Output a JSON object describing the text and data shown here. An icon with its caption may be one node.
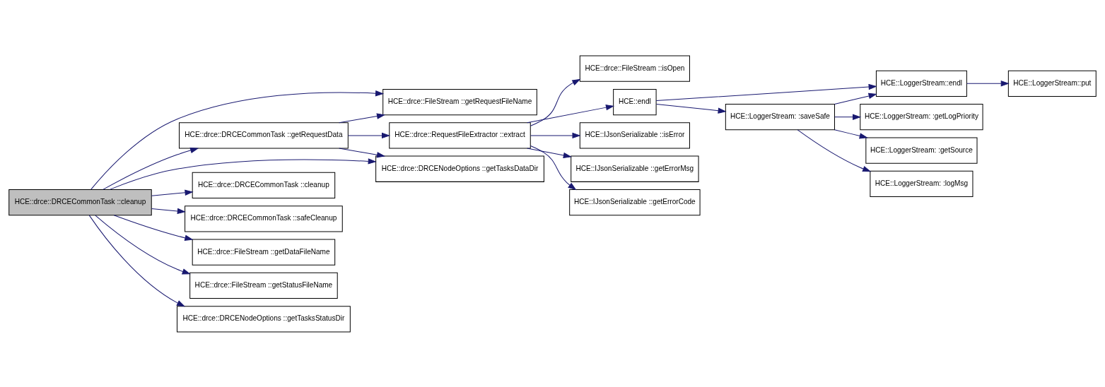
{
  "diagram": {
    "nodes": [
      {
        "text": [
          "HCE::drce::DRCECommonTask ::cleanup"
        ]
      },
      {
        "text": [
          "HCE::drce::FileStream ::getRequestFileName"
        ]
      },
      {
        "text": [
          "HCE::drce::DRCECommonTask ::getRequestData"
        ]
      },
      {
        "text": [
          "HCE::drce::RequestFileExtractor ::extract"
        ]
      },
      {
        "text": [
          "HCE::drce::DRCENodeOptions ::getTasksDataDir"
        ]
      },
      {
        "text": [
          "HCE::drce::DRCECommonTask ::cleanup"
        ]
      },
      {
        "text": [
          "HCE::drce::DRCECommonTask ::safeCleanup"
        ]
      },
      {
        "text": [
          "HCE::drce::FileStream ::getDataFileName"
        ]
      },
      {
        "text": [
          "HCE::drce::FileStream ::getStatusFileName"
        ]
      },
      {
        "text": [
          "HCE::drce::DRCENodeOptions ::getTasksStatusDir"
        ]
      },
      {
        "text": [
          "HCE::drce::FileStream ::isOpen"
        ]
      },
      {
        "text": [
          "HCE::endl"
        ]
      },
      {
        "text": [
          "HCE::IJsonSerializable ::isError"
        ]
      },
      {
        "text": [
          "HCE::IJsonSerializable ::getErrorMsg"
        ]
      },
      {
        "text": [
          "HCE::IJsonSerializable ::getErrorCode"
        ]
      },
      {
        "text": [
          "HCE::LoggerStream::endl"
        ]
      },
      {
        "text": [
          "HCE::LoggerStream: :saveSafe"
        ]
      },
      {
        "text": [
          "HCE::LoggerStream::put"
        ]
      },
      {
        "text": [
          "HCE::LoggerStream: :getLogPriority"
        ]
      },
      {
        "text": [
          "HCE::LoggerStream: :getSource"
        ]
      },
      {
        "text": [
          "HCE::LoggerStream: :logMsg"
        ]
      }
    ],
    "edges": [
      {
        "from": 0,
        "to": 1,
        "arrow": "to"
      },
      {
        "from": 0,
        "to": 2,
        "arrow": "to"
      },
      {
        "from": 0,
        "to": 4,
        "arrow": "to"
      },
      {
        "from": 0,
        "to": 5,
        "arrow": "to"
      },
      {
        "from": 0,
        "to": 6,
        "arrow": "to"
      },
      {
        "from": 0,
        "to": 7,
        "arrow": "to"
      },
      {
        "from": 0,
        "to": 8,
        "arrow": "to"
      },
      {
        "from": 0,
        "to": 9,
        "arrow": "to"
      },
      {
        "from": 2,
        "to": 1,
        "arrow": "to"
      },
      {
        "from": 2,
        "to": 3,
        "arrow": "to"
      },
      {
        "from": 2,
        "to": 4,
        "arrow": "to"
      },
      {
        "from": 3,
        "to": 10,
        "arrow": "to"
      },
      {
        "from": 3,
        "to": 11,
        "arrow": "to"
      },
      {
        "from": 3,
        "to": 12,
        "arrow": "to"
      },
      {
        "from": 3,
        "to": 13,
        "arrow": "to"
      },
      {
        "from": 3,
        "to": 14,
        "arrow": "to"
      },
      {
        "from": 11,
        "to": 15,
        "arrow": "to"
      },
      {
        "from": 11,
        "to": 16,
        "arrow": "to"
      },
      {
        "from": 15,
        "to": 17,
        "arrow": "to"
      },
      {
        "from": 16,
        "to": 15,
        "arrow": "to"
      },
      {
        "from": 16,
        "to": 18,
        "arrow": "to"
      },
      {
        "from": 16,
        "to": 19,
        "arrow": "to"
      },
      {
        "from": 16,
        "to": 20,
        "arrow": "to"
      }
    ]
  }
}
